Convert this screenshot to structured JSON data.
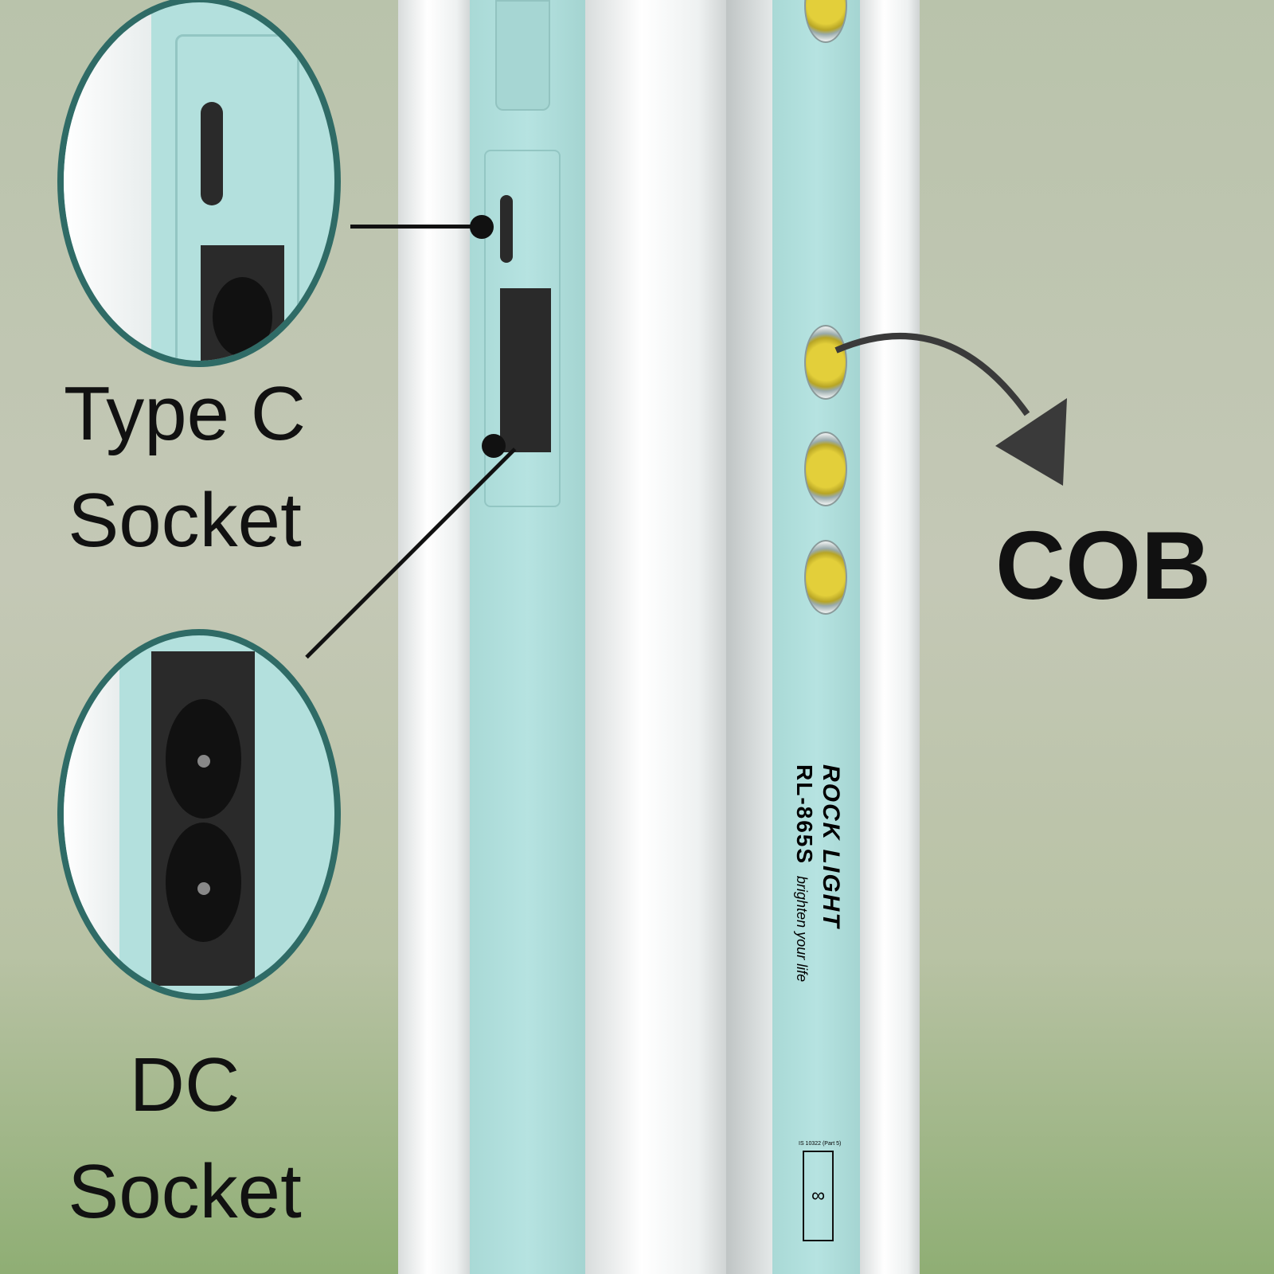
{
  "callouts": {
    "type_c": {
      "line1": "Type C",
      "line2": "Socket"
    },
    "dc": {
      "line1": "DC",
      "line2": "Socket"
    },
    "cob": "COB"
  },
  "product": {
    "brand": "ROCK LIGHT",
    "tagline": "brighten your life",
    "model": "RL-865S",
    "standard": "IS 10322 (Part 5)"
  },
  "colors": {
    "teal": "#b3e0dd",
    "ring": "#2f6b66",
    "text": "#111111"
  }
}
